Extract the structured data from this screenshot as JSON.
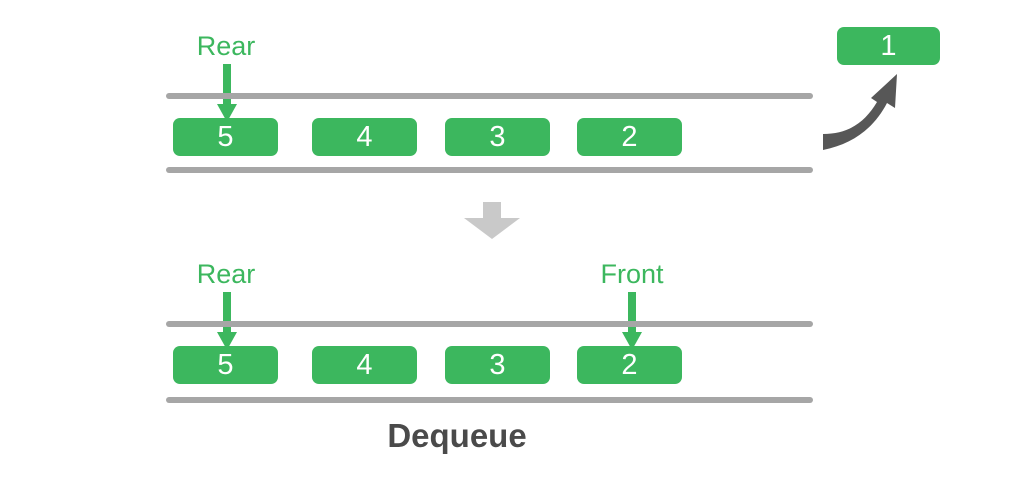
{
  "diagram": {
    "title": "Dequeue",
    "colors": {
      "cell_green": "#3cb75e",
      "label_green": "#3cb75e",
      "rail_gray": "#a6a6a6",
      "curve_arrow_gray": "#575757",
      "big_arrow_gray": "#c9c9c9",
      "caption_gray": "#4a4a4a",
      "cell_text": "#ffffff"
    },
    "top_row": {
      "name": "queue-before-dequeue",
      "cells": [
        {
          "value": "5"
        },
        {
          "value": "4"
        },
        {
          "value": "3"
        },
        {
          "value": "2"
        }
      ],
      "rear_label": "Rear",
      "front_label": ""
    },
    "dequeued": {
      "value": "1",
      "arrow_name": "curved-dequeue-arrow"
    },
    "transition_arrow": "down-arrow",
    "bottom_row": {
      "name": "queue-after-dequeue",
      "cells": [
        {
          "value": "5"
        },
        {
          "value": "4"
        },
        {
          "value": "3"
        },
        {
          "value": "2"
        }
      ],
      "rear_label": "Rear",
      "front_label": "Front"
    }
  }
}
